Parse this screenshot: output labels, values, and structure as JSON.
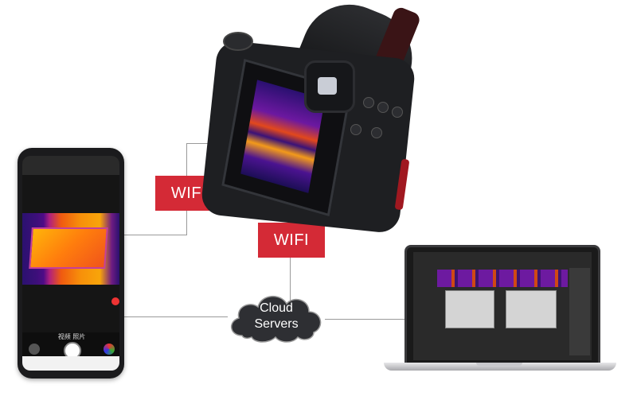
{
  "labels": {
    "wifi_left": "WIFI",
    "wifi_right": "WIFI",
    "cloud": "Cloud\nServers"
  },
  "colors": {
    "wifi_tag": "#d42a36",
    "connector": "#9a9a9a",
    "cloud": "#2e2f33"
  },
  "phone": {
    "tabs": "视频  照片"
  },
  "icons": [
    "phone-device",
    "thermal-camera-device",
    "laptop-device",
    "cloud-icon"
  ]
}
